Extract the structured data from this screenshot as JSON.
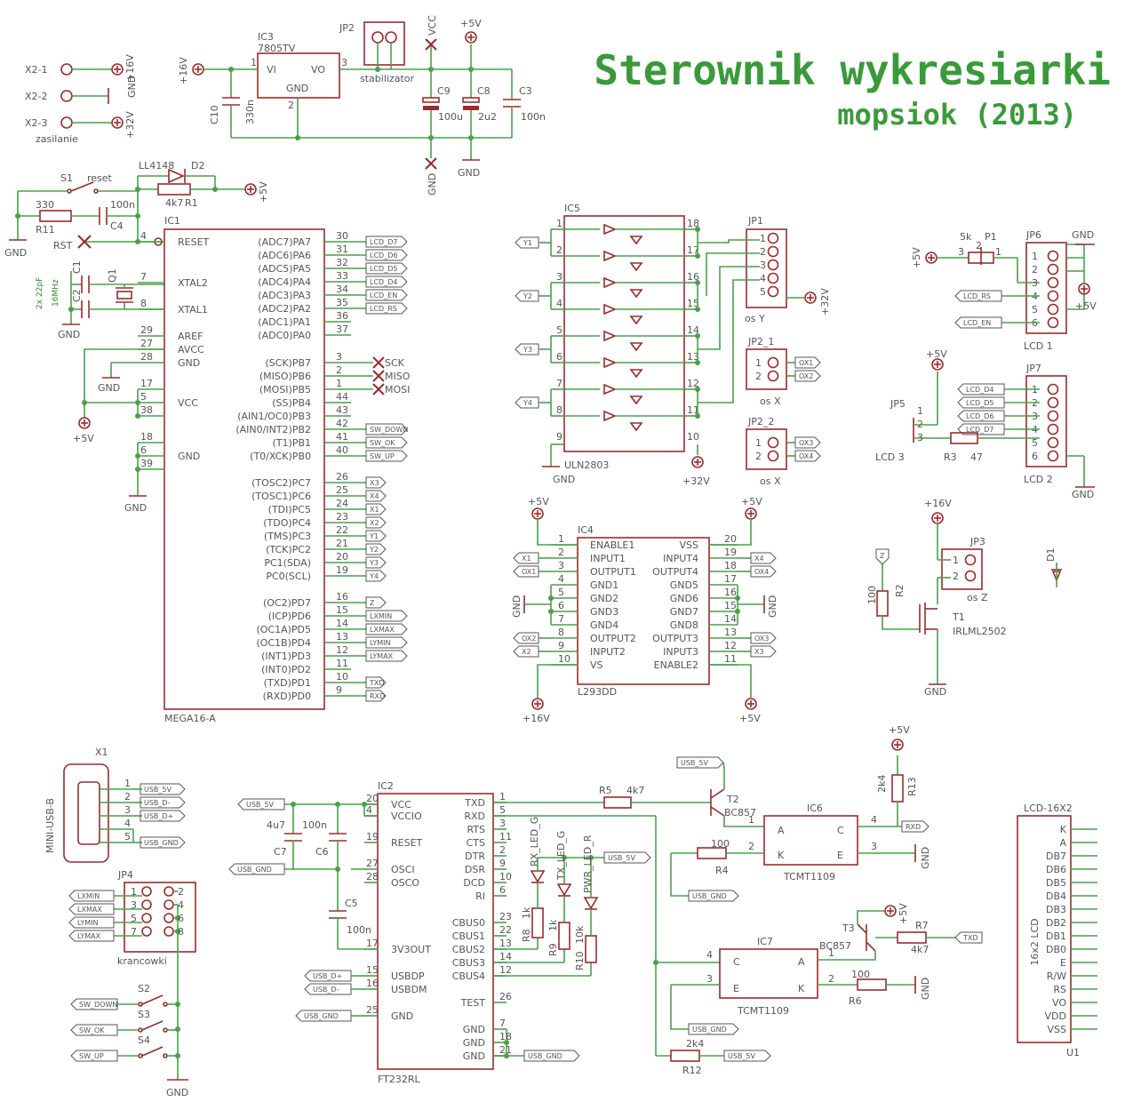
{
  "title": "Sterownik wykresiarki",
  "subtitle": "mopsiok (2013)",
  "colors": {
    "wire": "#4aa04a",
    "part": "#9b2b2b",
    "text": "#555555",
    "title": "#3a9a3a"
  },
  "power": {
    "labels": [
      "X2-1",
      "X2-2",
      "X2-3"
    ],
    "rails": [
      "+16V",
      "GND",
      "+32V"
    ],
    "caption": "zasilanie"
  },
  "regulator": {
    "name": "IC3",
    "value": "7805TV",
    "vi": "VI",
    "vo": "VO",
    "gnd": "GND",
    "pin1": "1",
    "pin2": "2",
    "pin3": "3",
    "jumper": "JP2",
    "jumper_label": "stabilizator",
    "in_rail": "+16V",
    "out_rail": "+5V",
    "vcc": "VCC",
    "gnd_rail": "GND",
    "c10": "C10",
    "c10v": "330n",
    "c9": "C9",
    "c9v": "100u",
    "c8": "C8",
    "c8v": "2u2",
    "c3": "C3",
    "c3v": "100n"
  },
  "reset": {
    "s1": "S1",
    "s1v": "reset",
    "r11": "R11",
    "r11v": "330",
    "c4": "C4",
    "c4v": "100n",
    "d2": "D2",
    "d2v": "LL4148",
    "r1": "R1",
    "r1v": "4k7",
    "rst": "RST",
    "rail": "+5V",
    "gnd": "GND"
  },
  "crystal": {
    "c1": "C1",
    "c2": "C2",
    "q1": "Q1",
    "caps": "2x 22pF",
    "freq": "16MHz",
    "gnd": "GND"
  },
  "mcu": {
    "name": "IC1",
    "value": "MEGA16-A",
    "left": [
      {
        "pin": "4",
        "label": "RESET"
      },
      {
        "pin": "7",
        "label": "XTAL2"
      },
      {
        "pin": "8",
        "label": "XTAL1"
      },
      {
        "pin": "29",
        "label": "AREF"
      },
      {
        "pin": "27",
        "label": "AVCC"
      },
      {
        "pin": "28",
        "label": "GND"
      },
      {
        "pin": "17",
        "label": ""
      },
      {
        "pin": "5",
        "label": "VCC"
      },
      {
        "pin": "38",
        "label": ""
      },
      {
        "pin": "18",
        "label": ""
      },
      {
        "pin": "6",
        "label": "GND"
      },
      {
        "pin": "39",
        "label": ""
      }
    ],
    "right": [
      {
        "pin": "30",
        "label": "(ADC7)PA7",
        "net": "LCD_D7"
      },
      {
        "pin": "31",
        "label": "(ADC6)PA6",
        "net": "LCD_D6"
      },
      {
        "pin": "32",
        "label": "(ADC5)PA5",
        "net": "LCD_D5"
      },
      {
        "pin": "33",
        "label": "(ADC4)PA4",
        "net": "LCD_D4"
      },
      {
        "pin": "34",
        "label": "(ADC3)PA3",
        "net": "LCD_EN"
      },
      {
        "pin": "35",
        "label": "(ADC2)PA2",
        "net": "LCD_RS"
      },
      {
        "pin": "36",
        "label": "(ADC1)PA1",
        "net": ""
      },
      {
        "pin": "37",
        "label": "(ADC0)PA0",
        "net": ""
      },
      {
        "pin": "3",
        "label": "(SCK)PB7",
        "net": "SCK"
      },
      {
        "pin": "2",
        "label": "(MISO)PB6",
        "net": "MISO"
      },
      {
        "pin": "1",
        "label": "(MOSI)PB5",
        "net": "MOSI"
      },
      {
        "pin": "44",
        "label": "(SS)PB4",
        "net": ""
      },
      {
        "pin": "43",
        "label": "(AIN1/OC0)PB3",
        "net": ""
      },
      {
        "pin": "42",
        "label": "(AIN0/INT2)PB2",
        "net": "SW_DOWN"
      },
      {
        "pin": "41",
        "label": "(T1)PB1",
        "net": "SW_OK"
      },
      {
        "pin": "40",
        "label": "(T0/XCK)PB0",
        "net": "SW_UP"
      },
      {
        "pin": "26",
        "label": "(TOSC2)PC7",
        "net": "X3"
      },
      {
        "pin": "25",
        "label": "(TOSC1)PC6",
        "net": "X4"
      },
      {
        "pin": "24",
        "label": "(TDI)PC5",
        "net": "X1"
      },
      {
        "pin": "23",
        "label": "(TDO)PC4",
        "net": "X2"
      },
      {
        "pin": "22",
        "label": "(TMS)PC3",
        "net": "Y1"
      },
      {
        "pin": "21",
        "label": "(TCK)PC2",
        "net": "Y2"
      },
      {
        "pin": "20",
        "label": "PC1(SDA)",
        "net": "Y3"
      },
      {
        "pin": "19",
        "label": "PC0(SCL)",
        "net": "Y4"
      },
      {
        "pin": "16",
        "label": "(OC2)PD7",
        "net": "Z"
      },
      {
        "pin": "15",
        "label": "(ICP)PD6",
        "net": "LXMIN"
      },
      {
        "pin": "14",
        "label": "(OC1A)PD5",
        "net": "LXMAX"
      },
      {
        "pin": "13",
        "label": "(OC1B)PD4",
        "net": "LYMIN"
      },
      {
        "pin": "12",
        "label": "(INT1)PD3",
        "net": "LYMAX"
      },
      {
        "pin": "11",
        "label": "(INT0)PD2",
        "net": ""
      },
      {
        "pin": "10",
        "label": "(TXD)PD1",
        "net": "TXD"
      },
      {
        "pin": "9",
        "label": "(RXD)PD0",
        "net": "RXD"
      }
    ],
    "vcc_rail": "+5V",
    "gnd": "GND"
  },
  "uln": {
    "name": "IC5",
    "value": "ULN2803",
    "inputs": [
      "Y1",
      "Y2",
      "Y3",
      "Y4"
    ],
    "lpins": [
      "1",
      "2",
      "3",
      "4",
      "5",
      "6",
      "7",
      "8",
      "9"
    ],
    "rpins": [
      "18",
      "17",
      "16",
      "15",
      "14",
      "13",
      "12",
      "11",
      "10"
    ],
    "gnd": "GND",
    "rail": "+32V",
    "jp1": "JP1",
    "jp1_pins": [
      "1",
      "2",
      "3",
      "4",
      "5"
    ],
    "jp1_label": "os Y",
    "jp1_rail": "+32V",
    "jp2_1": "JP2_1",
    "jp2_2": "JP2_2",
    "jpx_label": "os X",
    "jp2_1_nets": [
      "OX1",
      "OX2"
    ],
    "jp2_2_nets": [
      "OX3",
      "OX4"
    ]
  },
  "lcd_conn": {
    "p1": "P1",
    "p1v": "5k",
    "jp6": "JP6",
    "jp6_label": "LCD 1",
    "jp6_nets": [
      "LCD_RS",
      "LCD_EN"
    ],
    "jp7": "JP7",
    "jp7_label": "LCD 2",
    "jp7_nets": [
      "LCD_D4",
      "LCD_D5",
      "LCD_D6",
      "LCD_D7"
    ],
    "jp5": "JP5",
    "jp5_label": "LCD 3",
    "r3": "R3",
    "r3v": "47",
    "pins": [
      "1",
      "2",
      "3",
      "4",
      "5",
      "6"
    ],
    "p1pins": [
      "3",
      "2",
      "1"
    ],
    "rail5": "+5V",
    "gnd": "GND"
  },
  "l293": {
    "name": "IC4",
    "value": "L293DD",
    "left": [
      {
        "pin": "1",
        "label": "ENABLE1",
        "net": ""
      },
      {
        "pin": "2",
        "label": "INPUT1",
        "net": "X1"
      },
      {
        "pin": "3",
        "label": "OUTPUT1",
        "net": "OX1"
      },
      {
        "pin": "4",
        "label": "GND1",
        "net": ""
      },
      {
        "pin": "5",
        "label": "GND2",
        "net": ""
      },
      {
        "pin": "6",
        "label": "GND3",
        "net": ""
      },
      {
        "pin": "7",
        "label": "GND4",
        "net": ""
      },
      {
        "pin": "8",
        "label": "OUTPUT2",
        "net": "OX2"
      },
      {
        "pin": "9",
        "label": "INPUT2",
        "net": "X2"
      },
      {
        "pin": "10",
        "label": "VS",
        "net": ""
      }
    ],
    "right": [
      {
        "pin": "20",
        "label": "VSS",
        "net": ""
      },
      {
        "pin": "19",
        "label": "INPUT4",
        "net": "X4"
      },
      {
        "pin": "18",
        "label": "OUTPUT4",
        "net": "OX4"
      },
      {
        "pin": "17",
        "label": "GND5",
        "net": ""
      },
      {
        "pin": "16",
        "label": "GND6",
        "net": ""
      },
      {
        "pin": "15",
        "label": "GND7",
        "net": ""
      },
      {
        "pin": "14",
        "label": "GND8",
        "net": ""
      },
      {
        "pin": "13",
        "label": "OUTPUT3",
        "net": "OX3"
      },
      {
        "pin": "12",
        "label": "INPUT3",
        "net": "X3"
      },
      {
        "pin": "11",
        "label": "ENABLE2",
        "net": ""
      }
    ],
    "rail5": "+5V",
    "rail16": "+16V",
    "gnd": "GND"
  },
  "zaxis": {
    "jp3": "JP3",
    "label": "os Z",
    "pins": [
      "1",
      "2"
    ],
    "rail": "+16V",
    "net": "Z",
    "r2": "R2",
    "r2v": "100",
    "t1": "T1",
    "t1v": "IRLML2502",
    "d1": "D1",
    "gnd": "GND"
  },
  "usb": {
    "x1": "X1",
    "conn": "MINI-USB-B",
    "pins": [
      "1",
      "2",
      "3",
      "4",
      "5"
    ],
    "nets": [
      "USB_5V",
      "USB_D-",
      "USB_D+",
      "USB_GND"
    ],
    "jp4": "JP4",
    "jp4_label": "krancowki",
    "jp4_pins": [
      "1",
      "2",
      "3",
      "4",
      "5",
      "6",
      "7",
      "8"
    ],
    "jp4_nets": [
      "LXMIN",
      "LXMAX",
      "LYMIN",
      "LYMAX"
    ],
    "switches": [
      {
        "name": "S2",
        "net": "SW_DOWN"
      },
      {
        "name": "S3",
        "net": "SW_OK"
      },
      {
        "name": "S4",
        "net": "SW_UP"
      }
    ],
    "gnd": "GND"
  },
  "ft232": {
    "name": "IC2",
    "value": "FT232RL",
    "left": [
      {
        "pin": "20",
        "label": "VCC"
      },
      {
        "pin": "4",
        "label": "VCCIO"
      },
      {
        "pin": "19",
        "label": "RESET"
      },
      {
        "pin": "27",
        "label": "OSCI"
      },
      {
        "pin": "28",
        "label": "OSCO"
      },
      {
        "pin": "17",
        "label": "3V3OUT"
      },
      {
        "pin": "15",
        "label": "USBDP"
      },
      {
        "pin": "16",
        "label": "USBDM"
      },
      {
        "pin": "25",
        "label": "GND"
      }
    ],
    "right": [
      {
        "pin": "1",
        "label": "TXD"
      },
      {
        "pin": "5",
        "label": "RXD"
      },
      {
        "pin": "3",
        "label": "RTS"
      },
      {
        "pin": "11",
        "label": "CTS"
      },
      {
        "pin": "2",
        "label": "DTR"
      },
      {
        "pin": "9",
        "label": "DSR"
      },
      {
        "pin": "10",
        "label": "DCD"
      },
      {
        "pin": "6",
        "label": "RI"
      },
      {
        "pin": "23",
        "label": "CBUS0"
      },
      {
        "pin": "22",
        "label": "CBUS1"
      },
      {
        "pin": "13",
        "label": "CBUS2"
      },
      {
        "pin": "14",
        "label": "CBUS3"
      },
      {
        "pin": "12",
        "label": "CBUS4"
      },
      {
        "pin": "26",
        "label": "TEST"
      },
      {
        "pin": "7",
        "label": "GND"
      },
      {
        "pin": "18",
        "label": "GND"
      },
      {
        "pin": "21",
        "label": "GND"
      }
    ],
    "nets": {
      "usb5v": "USB_5V",
      "usbgnd": "USB_GND",
      "usbdp": "USB_D+",
      "usbdm": "USB_D-"
    },
    "c7": "C7",
    "c7v": "4u7",
    "c6": "C6",
    "c6v": "100n",
    "c5": "C5",
    "c5v": "100n",
    "leds": [
      "RX_LED_G",
      "TX_LED_G",
      "PWR_LED_R"
    ],
    "r8": "R8",
    "r8v": "1k",
    "r9": "R9",
    "r9v": "1k",
    "r10": "R10",
    "r10v": "10k"
  },
  "opto": {
    "r5": "R5",
    "r5v": "4k7",
    "t2": "T2",
    "t2v": "BC857",
    "ic6": "IC6",
    "ic6v": "TCMT1109",
    "r4": "R4",
    "r4v": "100",
    "r13": "R13",
    "r13v": "2k4",
    "rail": "+5V",
    "ic7": "IC7",
    "ic7v": "TCMT1109",
    "t3": "T3",
    "t3v": "BC857",
    "r7": "R7",
    "r7v": "4k7",
    "r6": "R6",
    "r6v": "100",
    "r12": "R12",
    "r12v": "2k4",
    "nets": {
      "rxd": "RXD",
      "txd": "TXD",
      "usb5v": "USB_5V",
      "usbgnd": "USB_GND"
    },
    "pinlabels": {
      "a": "A",
      "k": "K",
      "c": "C",
      "e": "E"
    },
    "gnd": "GND"
  },
  "lcd16": {
    "title": "LCD-16X2",
    "name": "16x2 LCD",
    "ref": "U1",
    "pins": [
      "K",
      "A",
      "DB7",
      "DB6",
      "DB5",
      "DB4",
      "DB3",
      "DB2",
      "DB1",
      "DB0",
      "E",
      "R/W",
      "RS",
      "VO",
      "VDD",
      "VSS"
    ]
  }
}
